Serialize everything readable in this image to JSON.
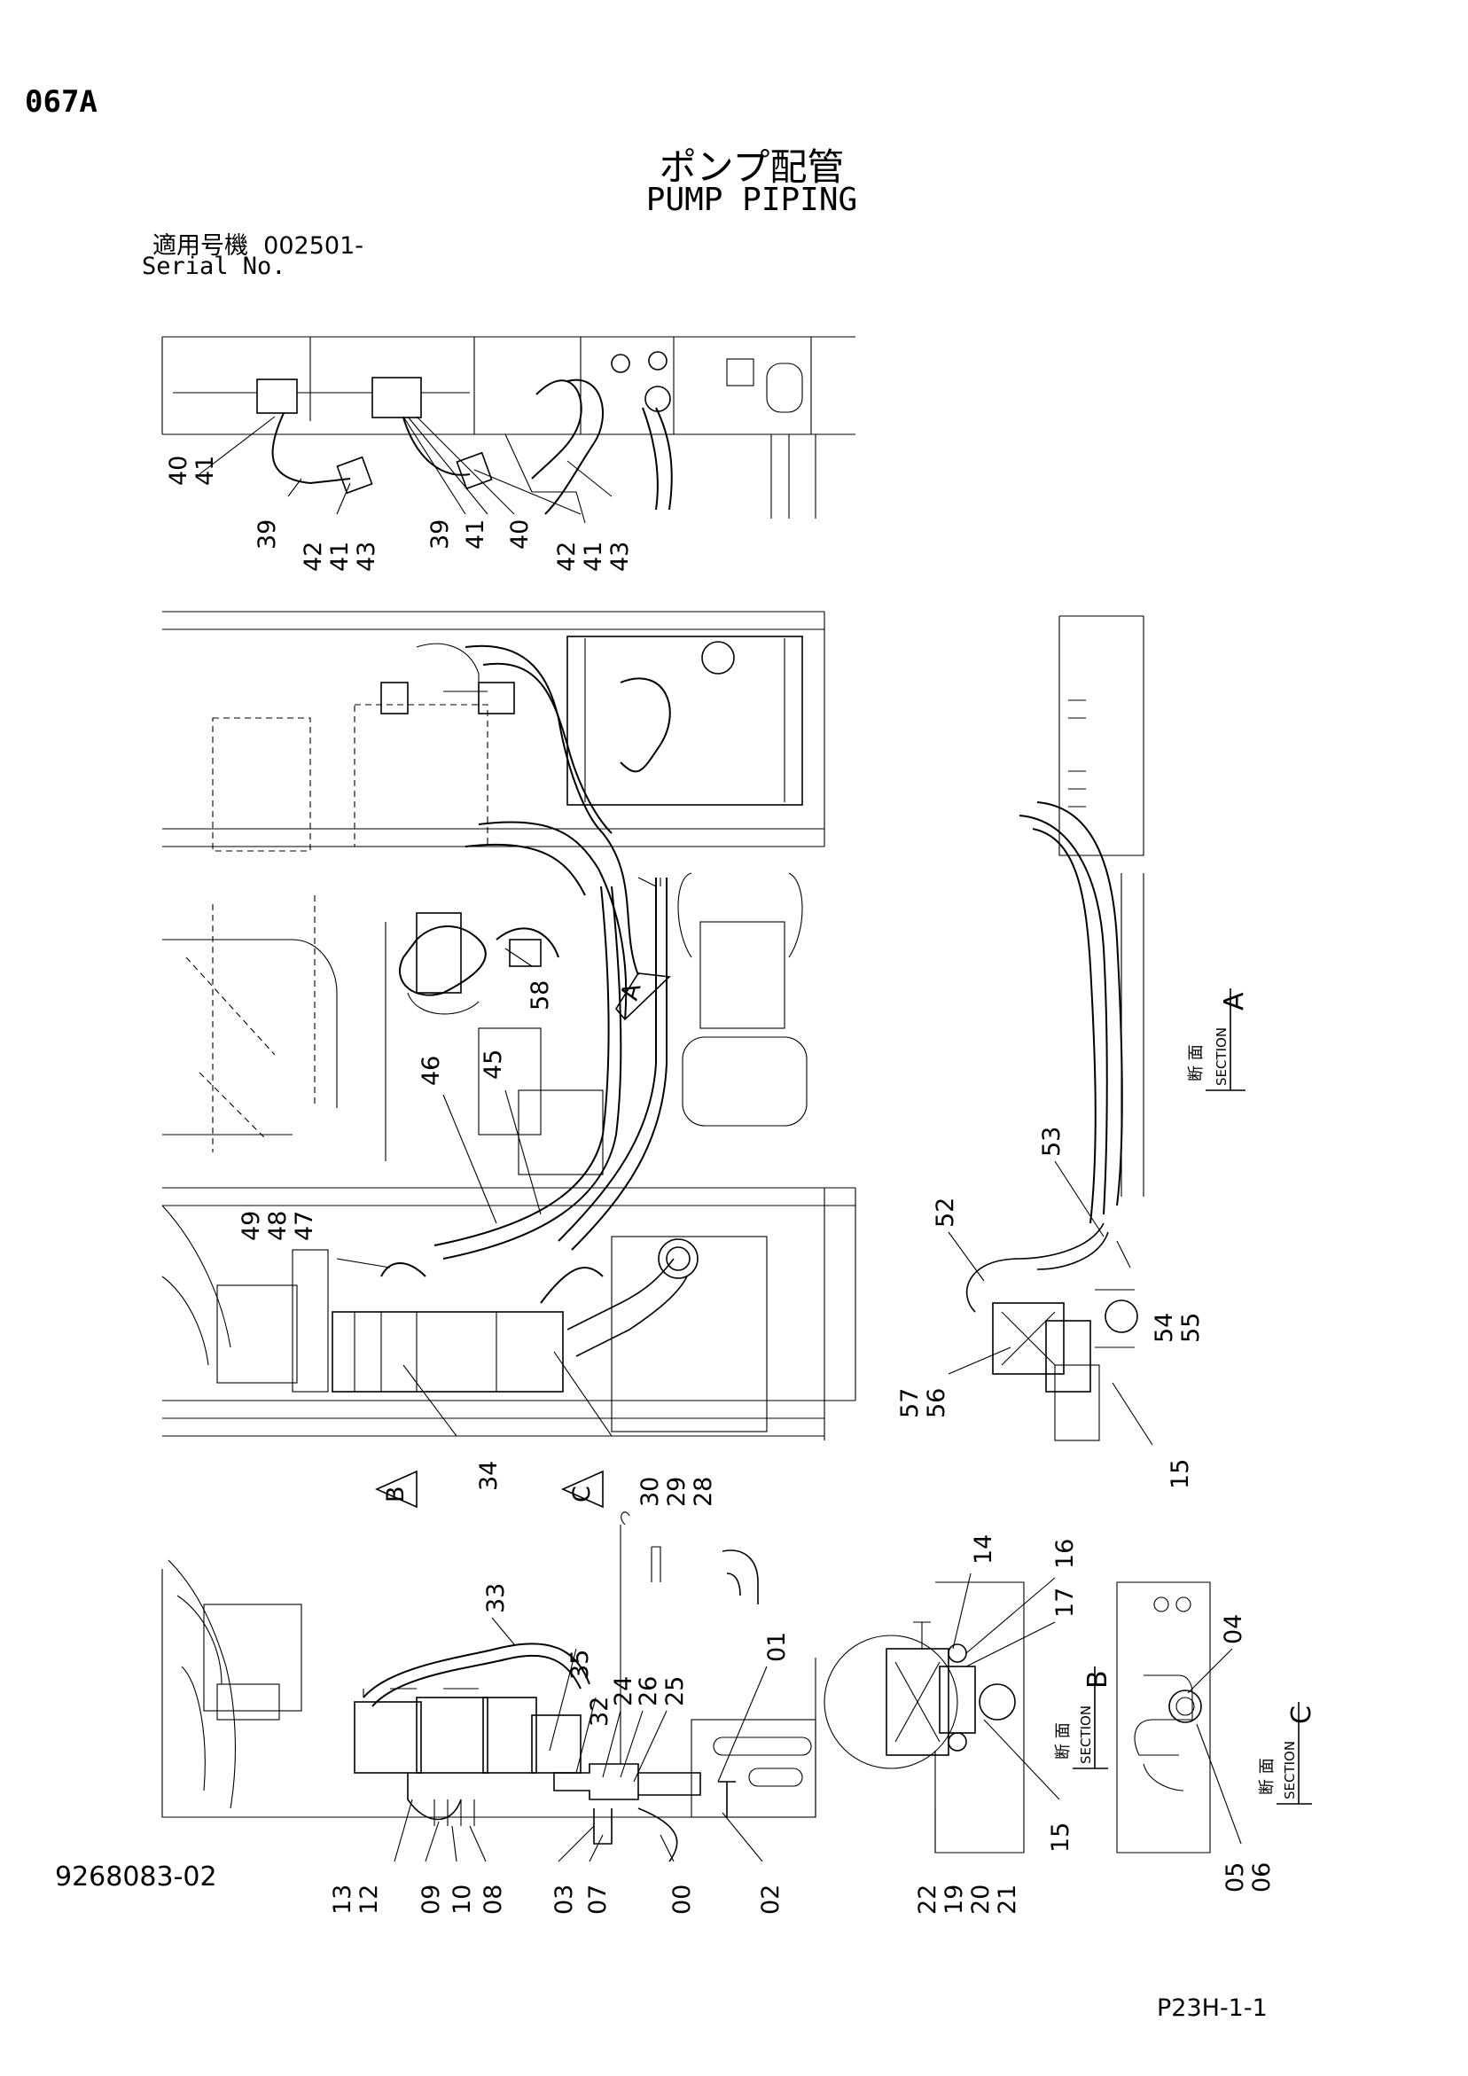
{
  "header": {
    "page_code": "067A",
    "title_jp": "ポンプ配管",
    "title_en": "PUMP PIPING",
    "serial_label_jp": "適用号機",
    "serial_value": "002501-",
    "serial_label_en": "Serial No."
  },
  "footer": {
    "document_number": "9268083-02",
    "page_ref": "P23H-1-1"
  },
  "sections": {
    "a": {
      "letter": "A",
      "jp": "断 面",
      "en": "SECTION"
    },
    "b": {
      "letter": "B",
      "jp": "断 面",
      "en": "SECTION"
    },
    "c": {
      "letter": "C",
      "jp": "断 面",
      "en": "SECTION"
    }
  },
  "view_markers": {
    "a": "A",
    "b": "B",
    "c": "C"
  },
  "callouts": {
    "top_view": [
      {
        "id": "t1",
        "label": "40\n41"
      },
      {
        "id": "t2",
        "label": "39"
      },
      {
        "id": "t3",
        "label": "42\n41\n43"
      },
      {
        "id": "t4",
        "label": "39"
      },
      {
        "id": "t5",
        "label": "41"
      },
      {
        "id": "t6",
        "label": "40"
      },
      {
        "id": "t7",
        "label": "42\n41\n43"
      }
    ],
    "middle_view": [
      {
        "id": "m1",
        "label": "58"
      },
      {
        "id": "m2",
        "label": "46"
      },
      {
        "id": "m3",
        "label": "45"
      },
      {
        "id": "m4",
        "label": "49\n48\n47"
      },
      {
        "id": "m5",
        "label": "34"
      },
      {
        "id": "m6",
        "label": "30\n29\n28"
      }
    ],
    "section_a": [
      {
        "id": "a1",
        "label": "53"
      },
      {
        "id": "a2",
        "label": "52"
      },
      {
        "id": "a3",
        "label": "54\n55"
      },
      {
        "id": "a4",
        "label": "57\n56"
      },
      {
        "id": "a5",
        "label": "15"
      }
    ],
    "bottom_view": [
      {
        "id": "b1",
        "label": "33"
      },
      {
        "id": "b2",
        "label": "35"
      },
      {
        "id": "b3",
        "label": "32"
      },
      {
        "id": "b4",
        "label": "24"
      },
      {
        "id": "b5",
        "label": "26"
      },
      {
        "id": "b6",
        "label": "25"
      },
      {
        "id": "b7",
        "label": "01"
      },
      {
        "id": "b8",
        "label": "13\n12"
      },
      {
        "id": "b9",
        "label": "09"
      },
      {
        "id": "b10",
        "label": "10"
      },
      {
        "id": "b11",
        "label": "08"
      },
      {
        "id": "b12",
        "label": "03"
      },
      {
        "id": "b13",
        "label": "07"
      },
      {
        "id": "b14",
        "label": "00"
      },
      {
        "id": "b15",
        "label": "02"
      }
    ],
    "section_b": [
      {
        "id": "s1",
        "label": "14"
      },
      {
        "id": "s2",
        "label": "16"
      },
      {
        "id": "s3",
        "label": "17"
      },
      {
        "id": "s4",
        "label": "15"
      },
      {
        "id": "s5",
        "label": "22\n19\n20\n21"
      }
    ],
    "section_c": [
      {
        "id": "c1",
        "label": "04"
      },
      {
        "id": "c2",
        "label": "05\n06"
      }
    ]
  }
}
